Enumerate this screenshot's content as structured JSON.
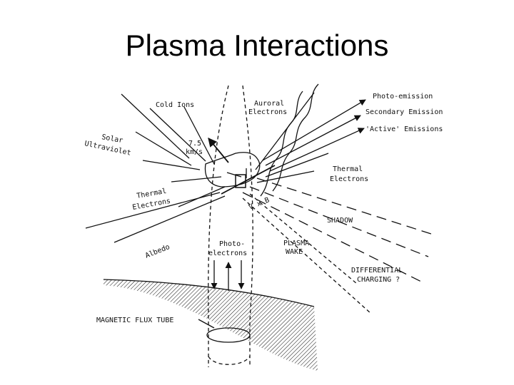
{
  "title": "Plasma Interactions",
  "labels": {
    "cold_ions": "Cold Ions",
    "auroral_1": "Auroral",
    "auroral_2": "Electrons",
    "photo_emission": "Photo-emission",
    "secondary_emission": "Secondary Emission",
    "active_emissions": "'Active' Emissions",
    "solar_1": "Solar",
    "solar_2": "Ultraviolet",
    "velocity_1": "7.5",
    "velocity_2": "km/s",
    "thermal_right_1": "Thermal",
    "thermal_right_2": "Electrons",
    "thermal_left_1": "Thermal",
    "thermal_left_2": "Electrons",
    "vxb": "V x B",
    "shadow": "SHADOW",
    "albedo": "Albedo",
    "photo_electrons_1": "Photo-",
    "photo_electrons_2": "electrons",
    "plasma_wake_1": "PLASMA",
    "plasma_wake_2": "WAKE",
    "diff_charging_1": "DIFFERENTIAL",
    "diff_charging_2": "CHARGING ?",
    "flux_tube": "MAGNETIC FLUX TUBE"
  },
  "colors": {
    "ink": "#111111",
    "background": "#ffffff"
  }
}
